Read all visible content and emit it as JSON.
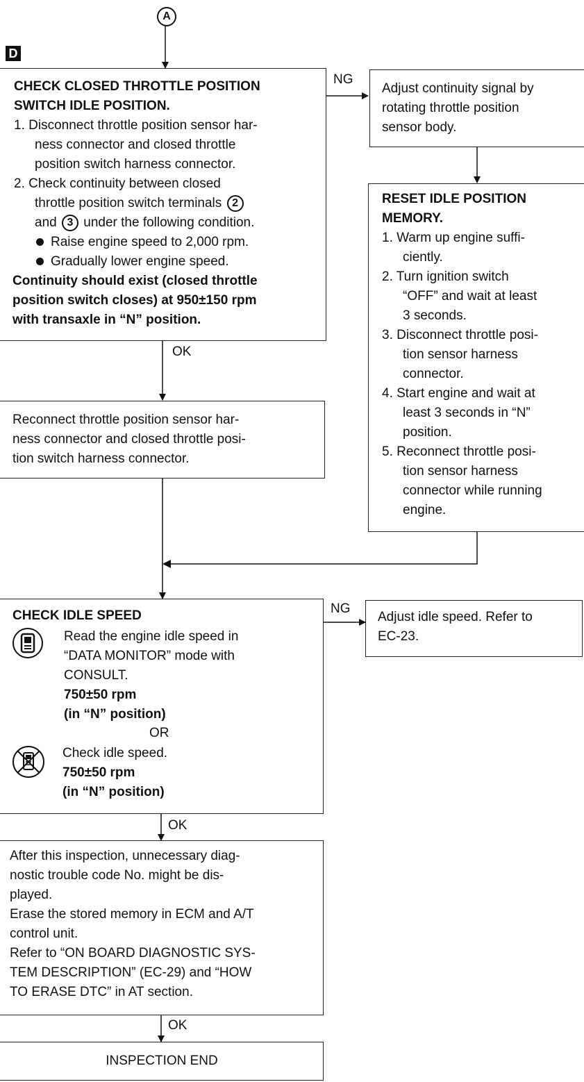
{
  "connector_top": "A",
  "section_marker": "D",
  "check_throttle": {
    "title1": "CHECK CLOSED THROTTLE POSITION",
    "title2": "SWITCH IDLE POSITION.",
    "step1_a": "1.  Disconnect throttle position sensor har-",
    "step1_b": "ness connector and closed throttle",
    "step1_c": "position switch harness connector.",
    "step2_a": "2.  Check continuity between closed",
    "step2_b": "throttle position switch terminals",
    "term_2": "2",
    "step2_c_pre": "and",
    "term_3": "3",
    "step2_c_post": "under the following condition.",
    "bullet1": "Raise engine speed to 2,000 rpm.",
    "bullet2": "Gradually lower engine speed.",
    "result1": "Continuity should exist (closed throttle",
    "result2": "position switch closes) at 950±150 rpm",
    "result3": "with transaxle in “N” position."
  },
  "adjust_continuity": {
    "line1": "Adjust continuity signal by",
    "line2": "rotating throttle position",
    "line3": "sensor body."
  },
  "reset_idle": {
    "title1": "RESET IDLE POSITION",
    "title2": "MEMORY.",
    "s1a": "1.  Warm up engine suffi-",
    "s1b": "ciently.",
    "s2a": "2.  Turn ignition switch",
    "s2b": "“OFF” and wait at least",
    "s2c": "3 seconds.",
    "s3a": "3.  Disconnect throttle posi-",
    "s3b": "tion sensor harness",
    "s3c": "connector.",
    "s4a": "4.  Start engine and wait at",
    "s4b": "least 3 seconds in “N”",
    "s4c": "position.",
    "s5a": "5.  Reconnect throttle posi-",
    "s5b": "tion sensor harness",
    "s5c": "connector while running",
    "s5d": "engine."
  },
  "reconnect": {
    "line1": "Reconnect throttle position sensor har-",
    "line2": "ness connector and closed throttle posi-",
    "line3": "tion switch harness connector."
  },
  "check_idle": {
    "title": "CHECK IDLE SPEED",
    "consult_a": "Read the engine idle speed in",
    "consult_b": "“DATA MONITOR” mode with",
    "consult_c": "CONSULT.",
    "consult_spec1": "750±50 rpm",
    "consult_spec2": "(in “N” position)",
    "or": "OR",
    "noconsult_a": "Check idle speed.",
    "noconsult_spec1": "750±50 rpm",
    "noconsult_spec2": "(in “N” position)"
  },
  "adjust_idle": {
    "line1": "Adjust idle speed. Refer to",
    "line2": "EC-23."
  },
  "after_inspection": {
    "l1": "After this inspection, unnecessary diag-",
    "l2": "nostic trouble code No. might be dis-",
    "l3": "played.",
    "l4": "Erase the stored memory in ECM and A/T",
    "l5": "control unit.",
    "l6": "Refer to “ON BOARD DIAGNOSTIC SYS-",
    "l7": "TEM DESCRIPTION” (EC-29) and “HOW",
    "l8": "TO ERASE DTC” in AT section."
  },
  "inspection_end": "INSPECTION END",
  "labels": {
    "ng1": "NG",
    "ok1": "OK",
    "ng2": "NG",
    "ok2": "OK",
    "ok3": "OK"
  },
  "icons": {
    "consult": "consult-tester-icon",
    "no_consult": "no-tools-icon"
  }
}
